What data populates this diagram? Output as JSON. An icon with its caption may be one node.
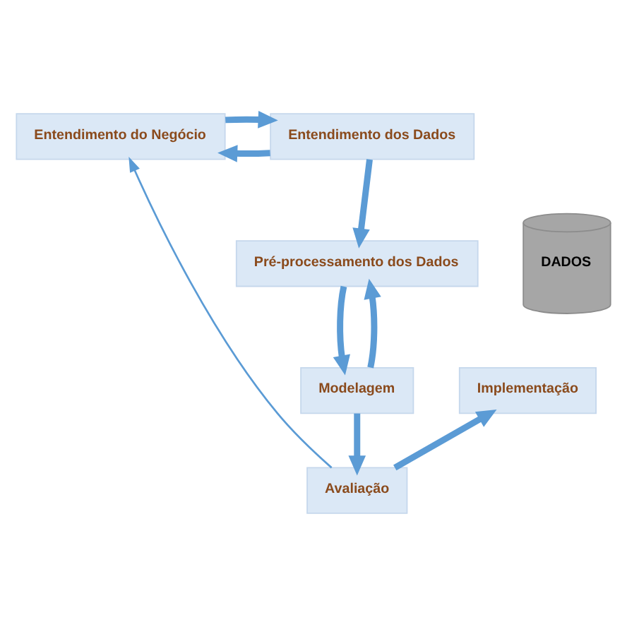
{
  "diagram": {
    "nodes": [
      {
        "text": [
          "Entendimento do Negócio"
        ]
      },
      {
        "text": [
          "Entendimento dos Dados"
        ]
      },
      {
        "text": [
          "Pré-processamento dos Dados"
        ]
      },
      {
        "text": [
          "Modelagem"
        ]
      },
      {
        "text": [
          "Avaliação"
        ]
      },
      {
        "text": [
          "Implementação"
        ]
      },
      {
        "text": [
          "DADOS"
        ]
      }
    ],
    "edges": [
      {
        "from": 1,
        "to": 0,
        "arrow": "to"
      },
      {
        "from": 0,
        "to": 1,
        "arrow": "to"
      },
      {
        "from": 1,
        "to": 2,
        "arrow": "to"
      },
      {
        "from": 3,
        "to": 2,
        "arrow": "to"
      },
      {
        "from": 2,
        "to": 3,
        "arrow": "to"
      },
      {
        "from": 3,
        "to": 4,
        "arrow": "to"
      },
      {
        "from": 4,
        "to": 5,
        "arrow": "to"
      },
      {
        "from": 4,
        "to": 0,
        "arrow": "to"
      }
    ]
  }
}
